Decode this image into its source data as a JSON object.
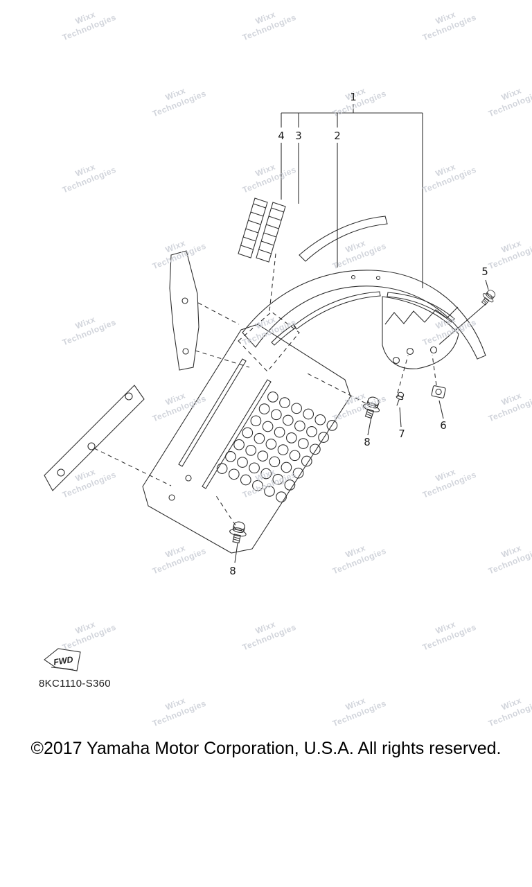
{
  "watermark": {
    "line1": "Wixx",
    "line2": "Technologies"
  },
  "callouts": {
    "n1": "1",
    "n2": "2",
    "n3": "3",
    "n4": "4",
    "n5": "5",
    "n6": "6",
    "n7": "7",
    "n8": "8"
  },
  "fwd": {
    "label": "FWD"
  },
  "diagram": {
    "code": "8KC1110-S360"
  },
  "footer": {
    "copyright": "©2017 Yamaha Motor Corporation, U.S.A. All rights reserved."
  },
  "colors": {
    "line": "#2f2f2f",
    "watermark": "#c9cdd5",
    "background": "#ffffff"
  }
}
